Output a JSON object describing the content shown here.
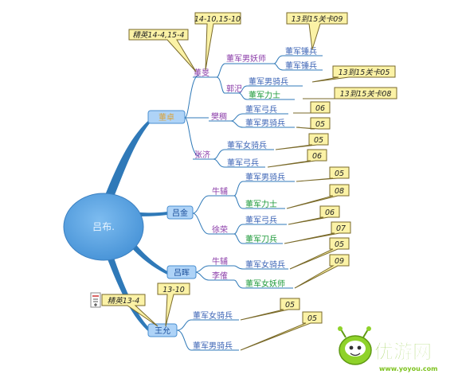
{
  "root": {
    "label": "吕布."
  },
  "branches": {
    "dongzhuo": {
      "label": "董卓",
      "children": {
        "dongmin": {
          "label": "董旻",
          "callouts": [
            "14-10,15-10",
            "精英14-4,15-4"
          ],
          "children": {
            "nanyaoshi": {
              "label": "董军男妖师",
              "leaves": [
                "董军锤兵",
                "董军锤兵"
              ],
              "callout": "13到15关卡09"
            },
            "guosi": {
              "label": "郭汜",
              "leaves": [
                "董军男骑兵",
                "董军力士"
              ],
              "callouts": [
                "13到15关卡05",
                "13到15关卡08"
              ]
            }
          }
        },
        "fanchou": {
          "label": "樊稠",
          "leaves": [
            "董军弓兵",
            "董军男骑兵"
          ],
          "callouts": [
            "06",
            "05"
          ]
        },
        "zhangji": {
          "label": "张济",
          "leaves": [
            "董军女骑兵",
            "董军弓兵"
          ],
          "callouts": [
            "05",
            "06"
          ]
        }
      }
    },
    "lvjin": {
      "label": "吕金",
      "children": {
        "niufu": {
          "label": "牛辅",
          "leaves": [
            "董军男骑兵",
            "董军力士"
          ],
          "callouts": [
            "05",
            "08"
          ]
        },
        "xurong": {
          "label": "徐荣",
          "leaves": [
            "董军弓兵",
            "董军刀兵"
          ],
          "callouts": [
            "06",
            "07"
          ]
        }
      }
    },
    "lvhui": {
      "label": "吕晖",
      "children": {
        "niufu2": {
          "label": "牛辅",
          "leaves": [
            "董军女骑兵"
          ],
          "callouts": [
            "05"
          ]
        },
        "lijue": {
          "label": "李傕",
          "leaves": [
            "董军女妖师"
          ],
          "callouts": [
            "09"
          ]
        }
      }
    },
    "wangyun": {
      "label": "王允",
      "callouts": [
        "13-10",
        "精英13-4"
      ],
      "leaves": [
        "董军女骑兵",
        "董军男骑兵"
      ],
      "leaf_callouts": [
        "05",
        "05"
      ]
    }
  },
  "watermark": {
    "brand": "优游网",
    "url": "www.yoyou.com"
  },
  "colors": {
    "root_fill": "#5aa6e4",
    "branch_fill": "#aed3f7",
    "connector": "#2f79b8",
    "callout_fill": "#fbf2a6",
    "callout_stroke": "#7a6a2a",
    "topic_purple": "#8a3ba8",
    "leaf_blue": "#3b63b5",
    "leaf_green": "#1e9a3a",
    "dongzhuo_text": "#d9a33b",
    "logo_green": "#7dc21e"
  }
}
